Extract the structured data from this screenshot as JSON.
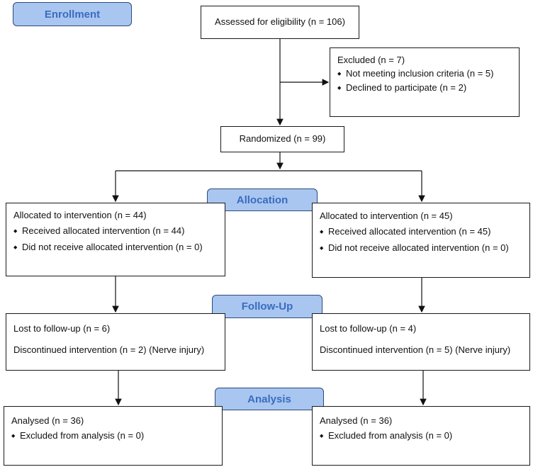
{
  "stages": {
    "enrollment": "Enrollment",
    "allocation": "Allocation",
    "followup": "Follow-Up",
    "analysis": "Analysis"
  },
  "assessed": "Assessed for eligibility (n = 106)",
  "excluded": {
    "title": "Excluded  (n = 7)",
    "items": [
      "Not meeting inclusion criteria (n = 5)",
      "Declined to participate (n = 2)"
    ]
  },
  "randomized": "Randomized (n = 99)",
  "allocation": {
    "left": {
      "title": "Allocated to intervention (n = 44)",
      "items": [
        "Received allocated intervention (n = 44)",
        "Did not receive allocated intervention (n = 0)"
      ]
    },
    "right": {
      "title": "Allocated to intervention (n = 45)",
      "items": [
        "Received allocated intervention (n = 45)",
        "Did not receive allocated intervention  (n = 0)"
      ]
    }
  },
  "followup": {
    "left": {
      "lost": "Lost to follow-up  (n = 6)",
      "discontinued": "Discontinued intervention (n = 2) (Nerve injury)"
    },
    "right": {
      "lost": "Lost to follow-up  (n = 4)",
      "discontinued": "Discontinued intervention (n = 5) (Nerve injury)"
    }
  },
  "analysis": {
    "left": {
      "title": "Analysed  (n = 36)",
      "items": [
        "Excluded from analysis  (n = 0)"
      ]
    },
    "right": {
      "title": "Analysed  (n = 36)",
      "items": [
        "Excluded from analysis  (n = 0)"
      ]
    }
  }
}
